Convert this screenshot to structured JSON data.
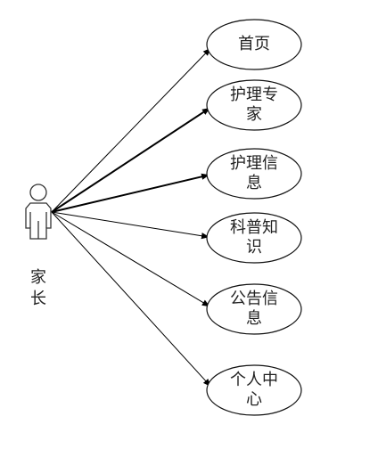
{
  "actor": {
    "label": "家长",
    "icon": "stick-figure-actor-icon"
  },
  "use_cases": [
    {
      "id": "home",
      "label": "首页"
    },
    {
      "id": "experts",
      "label": "护理专家"
    },
    {
      "id": "care-info",
      "label": "护理信息"
    },
    {
      "id": "science",
      "label": "科普知识"
    },
    {
      "id": "notice",
      "label": "公告信息"
    },
    {
      "id": "profile",
      "label": "个人中心"
    }
  ],
  "colors": {
    "line": "#000000",
    "ellipse_fill": "#ffffff",
    "text": "#222222"
  }
}
